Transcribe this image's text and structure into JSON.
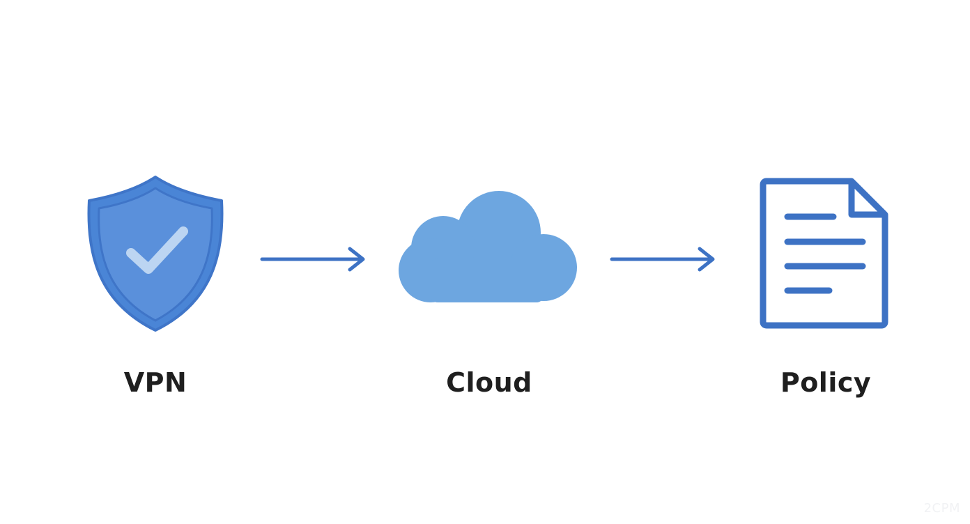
{
  "diagram": {
    "nodes": [
      {
        "id": "vpn",
        "label": "VPN",
        "icon": "shield-check-icon"
      },
      {
        "id": "cloud",
        "label": "Cloud",
        "icon": "cloud-icon"
      },
      {
        "id": "policy",
        "label": "Policy",
        "icon": "document-icon"
      }
    ],
    "edges": [
      {
        "from": "vpn",
        "to": "cloud"
      },
      {
        "from": "cloud",
        "to": "policy"
      }
    ]
  },
  "colors": {
    "shield_fill": "#4a85d6",
    "shield_inner": "#5a90db",
    "shield_stroke": "#3f75c8",
    "check": "#bcd5f2",
    "cloud_fill": "#6da6e0",
    "arrow": "#3d72c4",
    "document": "#3d72c4",
    "document_fill": "#ffffff",
    "label": "#1f1f1f"
  },
  "watermark": "2CPM"
}
